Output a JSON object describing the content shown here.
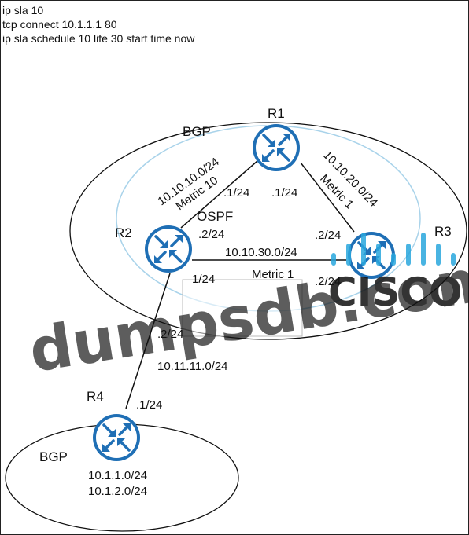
{
  "config_lines": [
    "ip sla 10",
    "tcp connect 10.1.1.1 80",
    "ip sla schedule 10 life 30 start time now"
  ],
  "routers": {
    "r1": "R1",
    "r2": "R2",
    "r3": "R3",
    "r4": "R4"
  },
  "domains": {
    "bgp_top": "BGP",
    "ospf": "OSPF",
    "bgp_bottom": "BGP"
  },
  "links": {
    "r1_r2": {
      "subnet": "10.10.10.0/24",
      "metric": "Metric 10",
      "r1_if": ".1/24",
      "r2_if": ".2/24"
    },
    "r1_r3": {
      "subnet": "10.10.20.0/24",
      "metric": "Metric 1",
      "r1_if": ".1/24",
      "r3_if": ".2/24"
    },
    "r2_r3": {
      "subnet": "10.10.30.0/24",
      "metric": "Metric 1",
      "r2_if": "1/24",
      "r3_if": ".2/24"
    },
    "r2_r4": {
      "subnet": "10.11.11.0/24",
      "r2_if": ".2/24",
      "r4_if": ".1/24"
    }
  },
  "r4_networks": [
    "10.1.1.0/24",
    "10.1.2.0/24"
  ],
  "watermark": {
    "site": "dumpsdb.com",
    "brand": "CISCO"
  },
  "colors": {
    "router_fill": "#1f6fb5",
    "ospf_ring": "#a9d3ea",
    "watermark_gray": "#c8c8c8",
    "cisco_blue": "#2aa7de"
  }
}
